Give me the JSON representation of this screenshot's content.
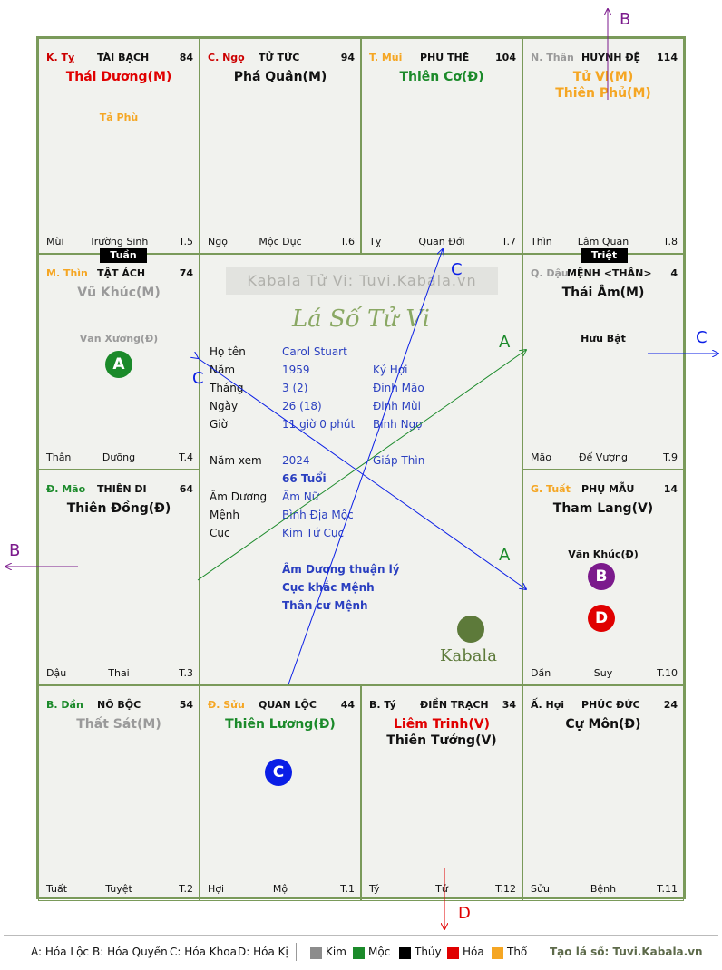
{
  "palaces": [
    {
      "branch": "K. Tỵ",
      "branch_color": "#cc0000",
      "name": "TÀI BẠCH",
      "num": "84",
      "majors": [
        {
          "t": "Thái Dương(M)",
          "c": "#e00000"
        }
      ],
      "minors": [
        {
          "t": "Tả Phù",
          "c": "#f5a623"
        }
      ],
      "bl": "Mùi",
      "bc": "Trường Sinh",
      "br": "T.5"
    },
    {
      "branch": "C. Ngọ",
      "branch_color": "#cc0000",
      "name": "TỬ TỨC",
      "num": "94",
      "majors": [
        {
          "t": "Phá Quân(M)",
          "c": "#111111"
        }
      ],
      "minors": [],
      "bl": "Ngọ",
      "bc": "Mộc Dục",
      "br": "T.6"
    },
    {
      "branch": "T. Mùi",
      "branch_color": "#f5a623",
      "name": "PHU THÊ",
      "num": "104",
      "majors": [
        {
          "t": "Thiên Cơ(Đ)",
          "c": "#1b8a2a"
        }
      ],
      "minors": [],
      "bl": "Tỵ",
      "bc": "Quan Đới",
      "br": "T.7"
    },
    {
      "branch": "N. Thân",
      "branch_color": "#9a9a9a",
      "name": "HUYNH ĐỆ",
      "num": "114",
      "majors": [
        {
          "t": "Tử Vi(M)",
          "c": "#f5a623"
        },
        {
          "t": "Thiên Phủ(M)",
          "c": "#f5a623"
        }
      ],
      "minors": [],
      "bl": "Thìn",
      "bc": "Lâm Quan",
      "br": "T.8"
    },
    {
      "branch": "M. Thìn",
      "branch_color": "#f5a623",
      "name": "TẬT ÁCH",
      "num": "74",
      "majors": [
        {
          "t": "Vũ Khúc(M)",
          "c": "#9a9a9a"
        }
      ],
      "minors": [
        {
          "t": "Văn Xương(Đ)",
          "c": "#9a9a9a"
        }
      ],
      "bl": "Thân",
      "bc": "Dưỡng",
      "br": "T.4"
    },
    {
      "branch": "Q. Dậu",
      "branch_color": "#9a9a9a",
      "name": "MỆNH <THÂN>",
      "num": "4",
      "majors": [
        {
          "t": "Thái Âm(M)",
          "c": "#111111"
        }
      ],
      "minors": [
        {
          "t": "Hữu Bật",
          "c": "#111111"
        }
      ],
      "bl": "Mão",
      "bc": "Đế Vượng",
      "br": "T.9"
    },
    {
      "branch": "Đ. Mão",
      "branch_color": "#1b8a2a",
      "name": "THIÊN DI",
      "num": "64",
      "majors": [
        {
          "t": "Thiên Đồng(Đ)",
          "c": "#111111"
        }
      ],
      "minors": [],
      "bl": "Dậu",
      "bc": "Thai",
      "br": "T.3"
    },
    {
      "branch": "G. Tuất",
      "branch_color": "#f5a623",
      "name": "PHỤ MẪU",
      "num": "14",
      "majors": [
        {
          "t": "Tham Lang(V)",
          "c": "#111111"
        }
      ],
      "minors": [
        {
          "t": "Văn Khúc(Đ)",
          "c": "#111111"
        }
      ],
      "bl": "Dần",
      "bc": "Suy",
      "br": "T.10"
    },
    {
      "branch": "B. Dần",
      "branch_color": "#1b8a2a",
      "name": "NÔ BỘC",
      "num": "54",
      "majors": [
        {
          "t": "Thất Sát(M)",
          "c": "#9a9a9a"
        }
      ],
      "minors": [],
      "bl": "Tuất",
      "bc": "Tuyệt",
      "br": "T.2"
    },
    {
      "branch": "Đ. Sửu",
      "branch_color": "#f5a623",
      "name": "QUAN LỘC",
      "num": "44",
      "majors": [
        {
          "t": "Thiên Lương(Đ)",
          "c": "#1b8a2a"
        }
      ],
      "minors": [],
      "bl": "Hợi",
      "bc": "Mộ",
      "br": "T.1"
    },
    {
      "branch": "B. Tý",
      "branch_color": "#111111",
      "name": "ĐIỀN TRẠCH",
      "num": "34",
      "majors": [
        {
          "t": "Liêm Trinh(V)",
          "c": "#e00000"
        },
        {
          "t": "Thiên Tướng(V)",
          "c": "#111111"
        }
      ],
      "minors": [],
      "bl": "Tý",
      "bc": "Tử",
      "br": "T.12"
    },
    {
      "branch": "Ấ. Hợi",
      "branch_color": "#111111",
      "name": "PHÚC ĐỨC",
      "num": "24",
      "majors": [
        {
          "t": "Cự Môn(Đ)",
          "c": "#111111"
        }
      ],
      "minors": [],
      "bl": "Sửu",
      "bc": "Bệnh",
      "br": "T.11"
    }
  ],
  "tags": {
    "tuan": "Tuần",
    "triet": "Triệt"
  },
  "badges": {
    "a": "A",
    "b": "B",
    "c": "C",
    "d": "D"
  },
  "arrows": {
    "a1": "A",
    "a2": "A",
    "b_top": "B",
    "b_left": "B",
    "c1": "C",
    "c2": "C",
    "c_right": "C",
    "d_bottom": "D"
  },
  "center": {
    "watermark": "Kabala Tử Vi: Tuvi.Kabala.vn",
    "title": "Lá Số Tử Vi",
    "rows": {
      "hoten": {
        "l": "Họ tên",
        "v": "Carol Stuart"
      },
      "nam": {
        "l": "Năm",
        "v": "1959",
        "v2": "Kỷ Hợi"
      },
      "thang": {
        "l": "Tháng",
        "v": "3  (2)",
        "v2": "Đinh Mão"
      },
      "ngay": {
        "l": "Ngày",
        "v": "26  (18)",
        "v2": "Đinh Mùi"
      },
      "gio": {
        "l": "Giờ",
        "v": "11 giờ 0 phút",
        "v2": "Bính Ngọ"
      },
      "namxem": {
        "l": "Năm xem",
        "v": "2024",
        "v2": "Giáp Thìn"
      },
      "tuoi": "66 Tuổi",
      "amduong": {
        "l": "Âm Dương",
        "v": "Âm Nữ"
      },
      "menh": {
        "l": "Mệnh",
        "v": "Bình Địa Mộc"
      },
      "cuc": {
        "l": "Cục",
        "v": "Kim Tứ Cục"
      }
    },
    "notes": [
      "Âm Dương thuận lý",
      "Cục khắc Mệnh",
      "Thân cư Mệnh"
    ],
    "logo": "Kabala"
  },
  "legend": {
    "a": "A: Hóa Lộc",
    "b": "B: Hóa Quyền",
    "c": "C: Hóa Khoa",
    "d": "D: Hóa Kị",
    "kim": "Kim",
    "moc": "Mộc",
    "thuy": "Thủy",
    "hoa": "Hỏa",
    "tho": "Thổ",
    "site": "Tạo lá số: Tuvi.Kabala.vn"
  },
  "colors": {
    "a": "#1b8a2a",
    "b": "#7b1a8c",
    "c": "#0a1ee6",
    "d": "#e00000",
    "kim": "#8c8c8c",
    "moc": "#1b8a2a",
    "thuy": "#000000",
    "hoa": "#e00000",
    "tho": "#f5a623"
  }
}
